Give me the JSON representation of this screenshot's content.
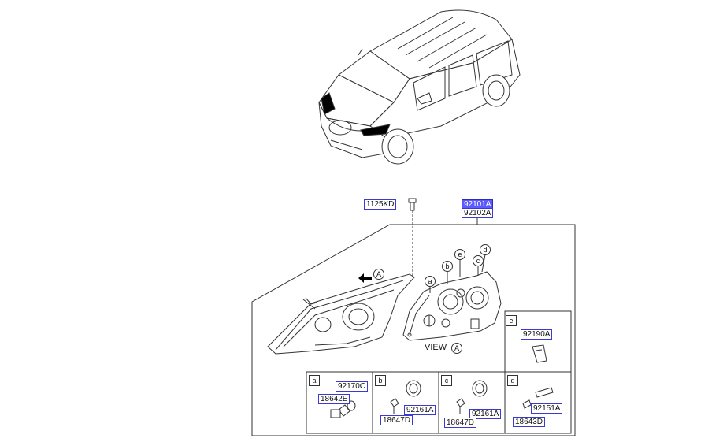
{
  "view_label": "VIEW",
  "view_ref": "A",
  "callout_ref_A": "A",
  "parts": {
    "bolt": "1125KD",
    "headlamp_lh": "92101A",
    "headlamp_rh": "92102A",
    "socket_e": "92190A",
    "bulb_socket_a": "92170C",
    "bulb_a": "18642E",
    "cap_b": "92161A",
    "bulb_b": "18647D",
    "cap_c": "92161A",
    "bulb_c": "18647D",
    "socket_d": "92151A",
    "bulb_d": "18643D"
  },
  "callouts": {
    "a": "a",
    "b": "b",
    "c": "c",
    "d": "d",
    "e": "e"
  },
  "colors": {
    "selected_fill": "#5b5bff",
    "label_border": "#3a3ad0",
    "line": "#333333"
  }
}
